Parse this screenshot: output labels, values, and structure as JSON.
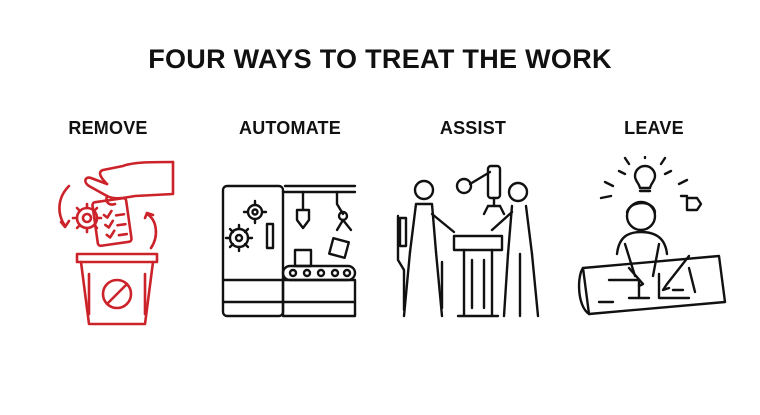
{
  "title": "FOUR WAYS TO TREAT THE WORK",
  "colors": {
    "ink": "#111111",
    "accent": "#cc2229",
    "white": "#ffffff"
  },
  "items": [
    {
      "label": "REMOVE",
      "icon": "hand-dropping-checklist-into-trash-icon",
      "accent": true
    },
    {
      "label": "AUTOMATE",
      "icon": "automated-factory-conveyor-robot-arm-icon",
      "accent": false
    },
    {
      "label": "ASSIST",
      "icon": "exoskeleton-worker-robot-arm-collaboration-icon",
      "accent": false
    },
    {
      "label": "LEAVE",
      "icon": "person-drafting-blueprint-idea-icon",
      "accent": false
    }
  ]
}
